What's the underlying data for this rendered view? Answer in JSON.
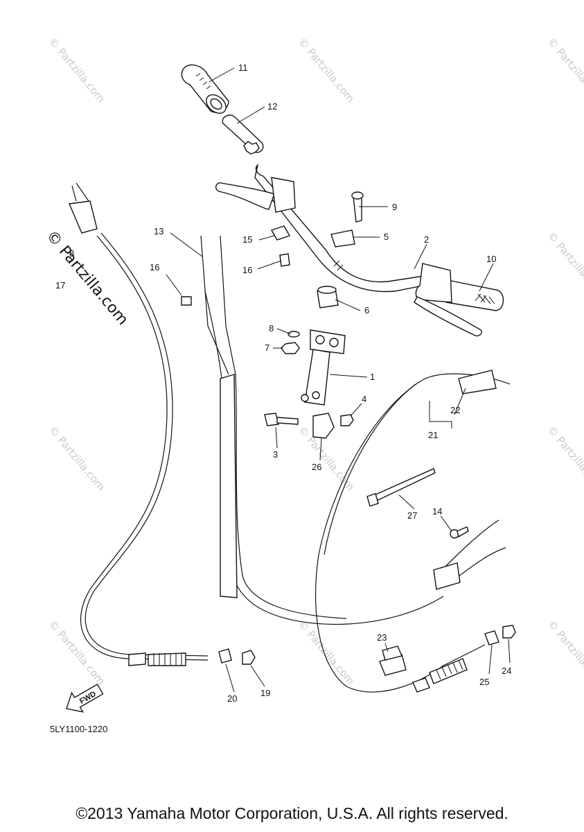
{
  "diagram": {
    "callouts": [
      "11",
      "12",
      "9",
      "5",
      "2",
      "10",
      "13",
      "15",
      "16",
      "16",
      "8",
      "17",
      "6",
      "8",
      "7",
      "1",
      "4",
      "22",
      "21",
      "3",
      "26",
      "27",
      "14",
      "23",
      "24",
      "25",
      "20",
      "19"
    ],
    "fwd_label": "FWD",
    "code": "5LY1100-1220",
    "watermark": "© Partzilla.com",
    "watermark_faint": "© Partzilla.com"
  },
  "footer": {
    "copyright": "©2013 Yamaha Motor Corporation, U.S.A. All rights reserved."
  }
}
